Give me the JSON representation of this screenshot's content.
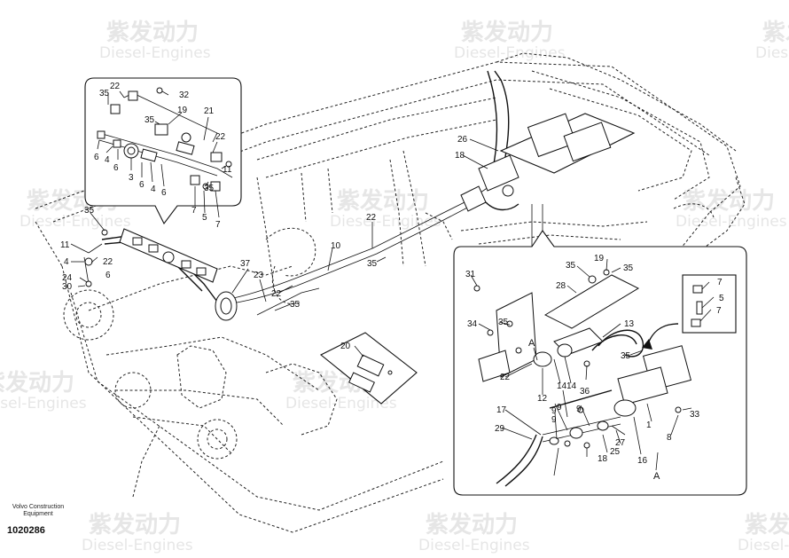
{
  "watermark": {
    "brand_cn": "紫发动力",
    "brand_en": "Diesel-Engines",
    "color": "#e6e6e6"
  },
  "footer": {
    "company_line1": "Volvo Construction",
    "company_line2": "Equipment",
    "document_number": "1020286"
  },
  "callouts": {
    "top_left": [
      "35",
      "22",
      "32",
      "19",
      "35",
      "21",
      "22",
      "6",
      "4",
      "6",
      "3",
      "6",
      "4",
      "6",
      "11",
      "35",
      "7",
      "5",
      "7"
    ],
    "main": [
      "35",
      "11",
      "4",
      "22",
      "6",
      "24",
      "30",
      "22",
      "10",
      "35",
      "37",
      "23",
      "22",
      "35",
      "26",
      "18",
      "20"
    ],
    "right_detail": [
      "31",
      "35",
      "19",
      "35",
      "28",
      "7",
      "5",
      "7",
      "34",
      "35",
      "13",
      "22",
      "14",
      "36",
      "12",
      "14",
      "35",
      "9",
      "17",
      "29",
      "9",
      "9",
      "9",
      "18",
      "25",
      "27",
      "16",
      "1",
      "33",
      "8"
    ],
    "section_marks": [
      "A",
      "A"
    ]
  }
}
